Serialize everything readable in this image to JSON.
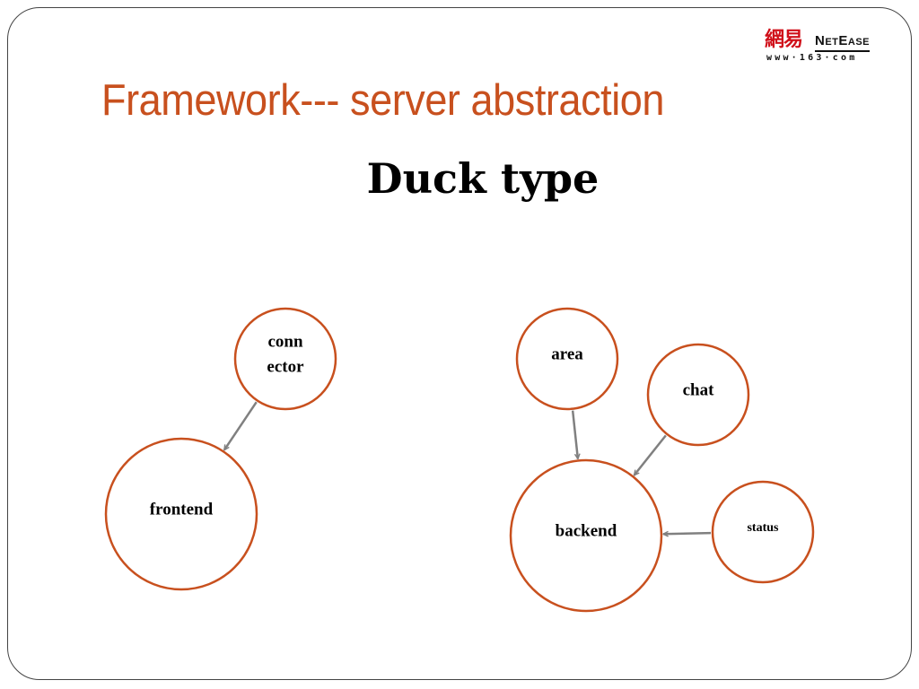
{
  "logo": {
    "chinese": "網易",
    "english": "NetEase",
    "url": "www·163·com"
  },
  "title": "Framework--- server abstraction",
  "subtitle": "Duck type",
  "diagram": {
    "nodes": [
      {
        "id": "connector",
        "lines": [
          "conn",
          "ector"
        ]
      },
      {
        "id": "frontend",
        "lines": [
          "frontend"
        ]
      },
      {
        "id": "area",
        "lines": [
          "area"
        ]
      },
      {
        "id": "chat",
        "lines": [
          "chat"
        ]
      },
      {
        "id": "backend",
        "lines": [
          "backend"
        ]
      },
      {
        "id": "status",
        "lines": [
          "status"
        ]
      }
    ],
    "edges": [
      {
        "from": "connector",
        "to": "frontend"
      },
      {
        "from": "area",
        "to": "backend"
      },
      {
        "from": "chat",
        "to": "backend"
      },
      {
        "from": "status",
        "to": "backend"
      }
    ],
    "colors": {
      "node_stroke": "#c8501e",
      "edge": "#808080",
      "title": "#c8501e"
    }
  }
}
